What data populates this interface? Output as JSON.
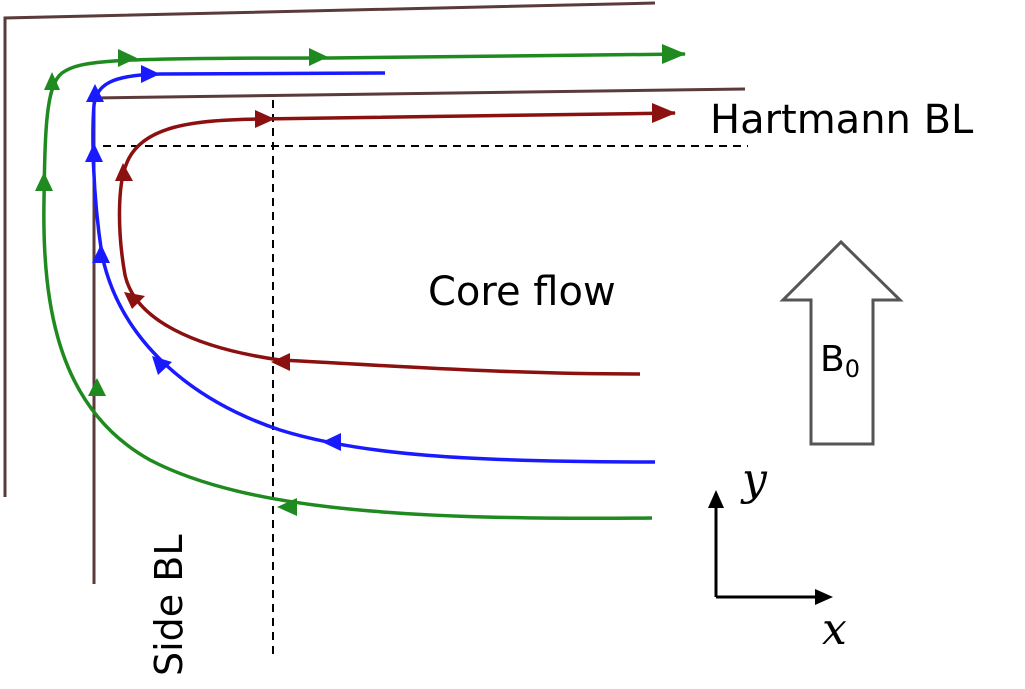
{
  "labels": {
    "hartmann_bl": "Hartmann BL",
    "core_flow": "Core flow",
    "side_bl": "Side BL",
    "magnetic_field": "B",
    "magnetic_field_sub": "0",
    "axis_y": "y",
    "axis_x": "x"
  },
  "colors": {
    "wall": "#5a3a3a",
    "outer_streamline": "#1f8a1f",
    "middle_streamline": "#1a1aff",
    "inner_streamline": "#8b1010",
    "boundary_dashed": "#000000",
    "field_arrow_outline": "#555555"
  },
  "icons": {
    "field_arrow": "hollow-up-arrow-icon",
    "axis_arrows": "xy-axes-icon"
  }
}
